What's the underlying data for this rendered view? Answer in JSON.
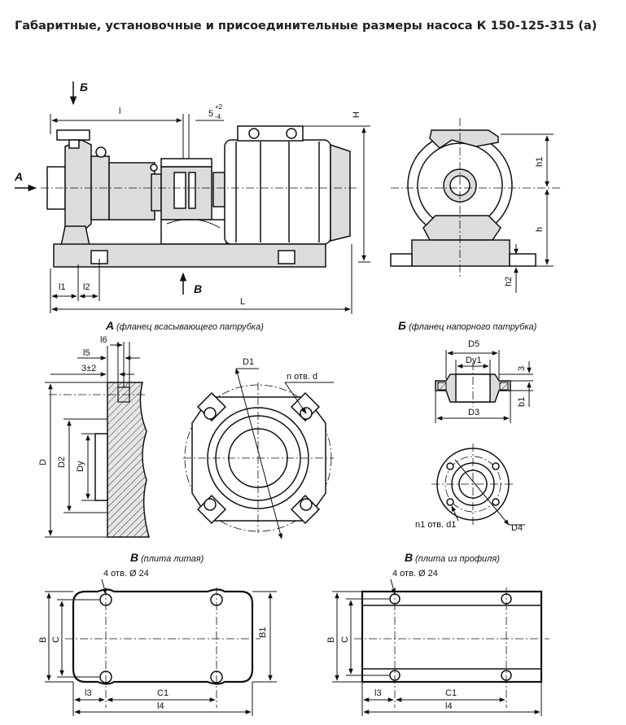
{
  "title": "Габаритные, установочные и присоединительные размеры насоса К 150-125-315 (а)",
  "main_view": {
    "arrow_b": "Б",
    "arrow_a": "А",
    "arrow_v": "В",
    "dim_l_top": "l",
    "dim_gap": "5",
    "dim_gap_tol": "+2\n-4",
    "dim_H": "H",
    "dim_l1": "l1",
    "dim_l2": "l2",
    "dim_L": "L"
  },
  "side_view": {
    "dim_h1": "h1",
    "dim_h": "h",
    "dim_h2": "h2"
  },
  "section_a": {
    "letter": "А",
    "caption": "(фланец всасывающего патрубка)",
    "dim_l6": "l6",
    "dim_l5": "l5",
    "dim_3": "3±2",
    "dim_D": "D",
    "dim_D2": "D2",
    "dim_Dy": "Dy",
    "dim_D1": "D1",
    "dim_holes": "n отв. d"
  },
  "section_b": {
    "letter": "Б",
    "caption": "(фланец напорного патрубка)",
    "dim_D5": "D5",
    "dim_Dy1": "Dy1",
    "dim_3": "3",
    "dim_b1": "b1",
    "dim_D3": "D3",
    "dim_holes": "n1 отв. d1",
    "dim_D4": "D4"
  },
  "base_cast": {
    "letter": "В",
    "caption": "(плита литая)",
    "holes": "4 отв. Ø 24",
    "dim_B": "B",
    "dim_C": "C",
    "dim_B1": "B1",
    "dim_l3": "l3",
    "dim_C1": "C1",
    "dim_l4": "l4"
  },
  "base_profile": {
    "letter": "В",
    "caption": "(плита из профиля)",
    "holes": "4 отв. Ø 24",
    "dim_B": "B",
    "dim_C": "C",
    "dim_l3": "l3",
    "dim_C1": "C1",
    "dim_l4": "l4"
  }
}
